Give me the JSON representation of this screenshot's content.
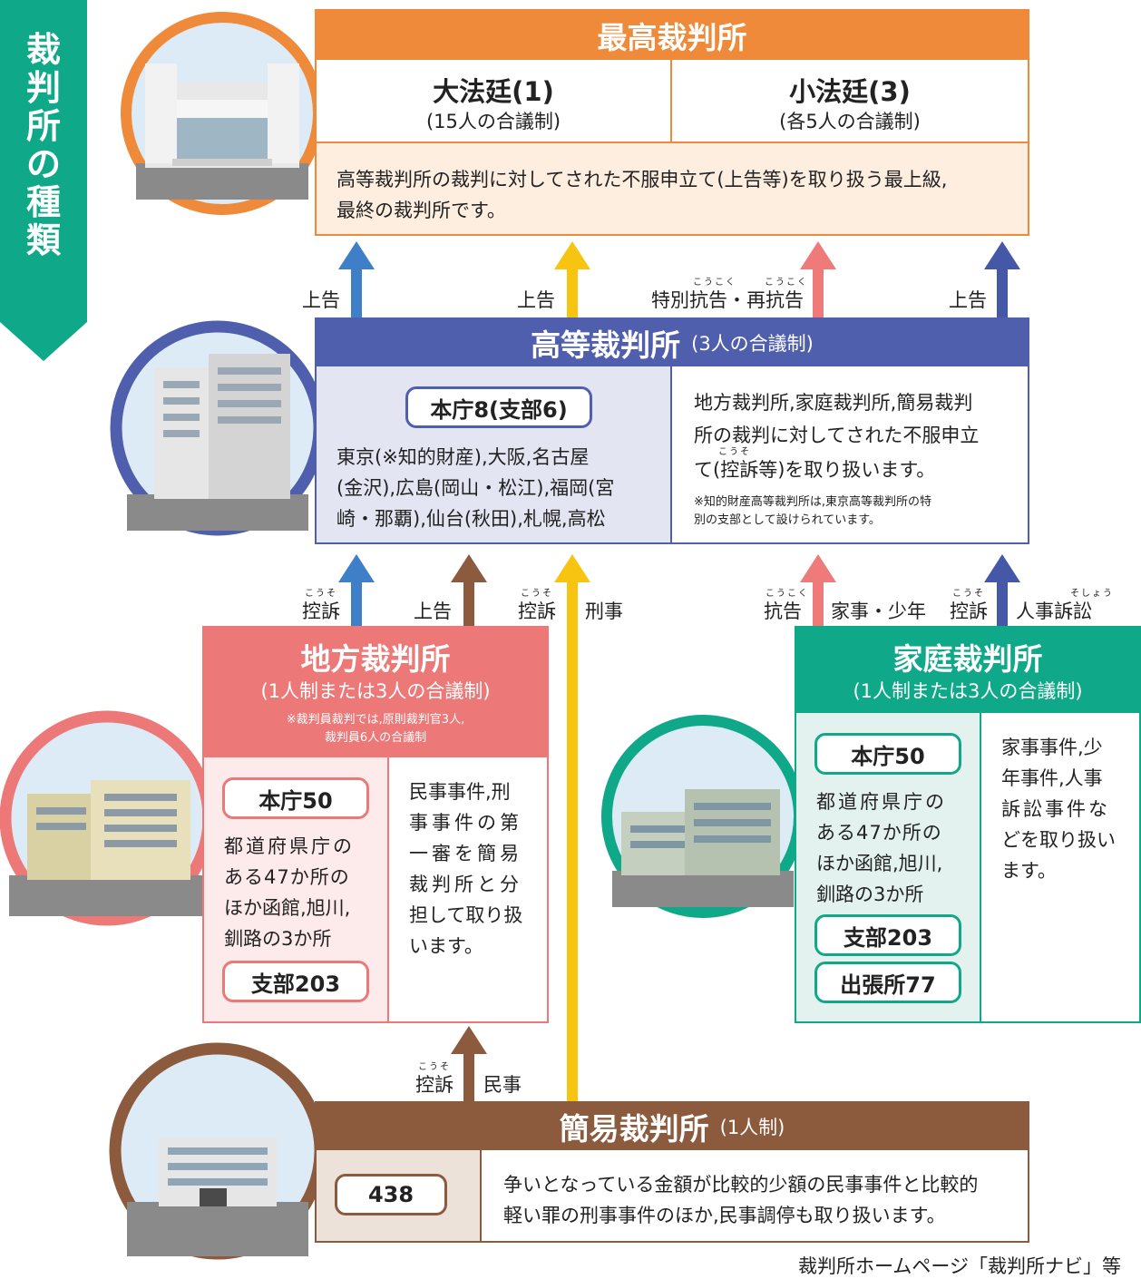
{
  "sidebar": {
    "title": "裁判所の種類"
  },
  "supreme": {
    "title": "最高裁判所",
    "grand_bench": {
      "title": "大法廷(1)",
      "note": "(15人の合議制)"
    },
    "petty_bench": {
      "title": "小法廷(3)",
      "note": "(各5人の合議制)"
    },
    "desc_line1": "高等裁判所の裁判に対してされた不服申立て(上告等)を取り扱う最上級,",
    "desc_line2": "最終の裁判所です。"
  },
  "arrows_top": {
    "a1": "上告",
    "a2": "上告",
    "a3": "特別抗告・再抗告",
    "a3_ruby1": "こうこく",
    "a3_ruby2": "こうこく",
    "a4": "上告"
  },
  "high": {
    "title": "高等裁判所",
    "sub": "(3人の合議制)",
    "count": "本庁8(支部6)",
    "places_line1": "東京(※知的財産),大阪,名古屋",
    "places_line2": "(金沢),広島(岡山・松江),福岡(宮",
    "places_line3": "崎・那覇),仙台(秋田),札幌,高松",
    "desc_line1": "地方裁判所,家庭裁判所,簡易裁判",
    "desc_line2": "所の裁判に対してされた不服申立",
    "desc_line3": "て(控訴等)を取り扱います。",
    "desc_ruby": "こうそ",
    "note_line1": "※知的財産高等裁判所は,東京高等裁判所の特",
    "note_line2": "別の支部として設けられています。"
  },
  "arrows_mid": {
    "b1": "控訴",
    "b1_ruby": "こうそ",
    "b2": "上告",
    "b3": "控訴",
    "b3_ruby": "こうそ",
    "b3_case": "刑事",
    "b4": "抗告",
    "b4_ruby": "こうこく",
    "b4_case": "家事・少年",
    "b5": "控訴",
    "b5_ruby": "こうそ",
    "b5_case": "人事訴訟",
    "b5_case_ruby": "そしょう"
  },
  "district": {
    "title": "地方裁判所",
    "sub": "(1人制または3人の合議制)",
    "note_line1": "※裁判員裁判では,原則裁判官3人,",
    "note_line2": "裁判員6人の合議制",
    "main_count": "本庁50",
    "places_line1": "都道府県庁の",
    "places_line2": "ある47か所の",
    "places_line3": "ほか函館,旭川,",
    "places_line4": "釧路の3か所",
    "branch_count": "支部203",
    "desc_line1": "民事事件,刑",
    "desc_line2": "事事件の第",
    "desc_line3": "一審を簡易",
    "desc_line4": "裁判所と分",
    "desc_line5": "担して取り扱",
    "desc_line6": "います。"
  },
  "family": {
    "title": "家庭裁判所",
    "sub": "(1人制または3人の合議制)",
    "main_count": "本庁50",
    "places_line1": "都道府県庁の",
    "places_line2": "ある47か所の",
    "places_line3": "ほか函館,旭川,",
    "places_line4": "釧路の3か所",
    "branch_count": "支部203",
    "office_count": "出張所77",
    "desc_line1": "家事事件,少",
    "desc_line2": "年事件,人事",
    "desc_line3": "訴訟事件な",
    "desc_line4": "どを取り扱い",
    "desc_line5": "ます。"
  },
  "arrows_bottom": {
    "c1": "控訴",
    "c1_ruby": "こうそ",
    "c1_case": "民事"
  },
  "summary": {
    "title": "簡易裁判所",
    "sub": "(1人制)",
    "count": "438",
    "desc_line1": "争いとなっている金額が比較的少額の民事事件と比較的",
    "desc_line2": "軽い罪の刑事事件のほか,民事調停も取り扱います。"
  },
  "source": "裁判所ホームページ「裁判所ナビ」等",
  "colors": {
    "supreme": "#ee8a3a",
    "supreme_bg": "#fdeee0",
    "high": "#4f5fae",
    "high_bg": "#e3e5f3",
    "district": "#ec7878",
    "district_bg": "#fdeaea",
    "family": "#0fa888",
    "family_bg": "#e3f2ee",
    "summary": "#8c5a3c",
    "summary_bg": "#ece2da",
    "sidebar": "#0fa888",
    "arrow_blue": "#3f7fc8",
    "arrow_yellow": "#f6c411",
    "arrow_pink": "#ee7a7a",
    "arrow_navy": "#4558a8",
    "arrow_brown": "#8c5a3c"
  }
}
